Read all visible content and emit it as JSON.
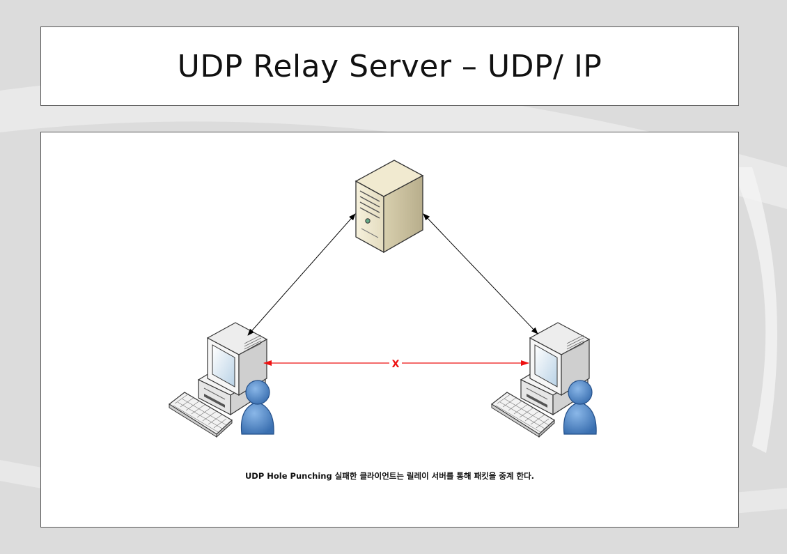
{
  "slide": {
    "title": "UDP Relay Server – UDP/ IP",
    "caption": "UDP Hole Punching 실패한 클라이언트는 릴레이 서버를 통해 패킷을 중계 한다."
  },
  "diagram": {
    "nodes": [
      {
        "id": "relay-server",
        "icon": "server-tower-icon"
      },
      {
        "id": "client-left",
        "icon": "user-computer-icon"
      },
      {
        "id": "client-right",
        "icon": "user-computer-icon"
      }
    ],
    "edges": [
      {
        "from": "client-left",
        "to": "relay-server",
        "style": "bidirectional-arrow",
        "color": "#000000"
      },
      {
        "from": "relay-server",
        "to": "client-right",
        "style": "bidirectional-arrow",
        "color": "#000000"
      },
      {
        "from": "client-left",
        "to": "client-right",
        "style": "bidirectional-arrow",
        "color": "#ee1111",
        "label": "X"
      }
    ]
  },
  "colors": {
    "failed_link": "#ee1111",
    "relay_link": "#000000"
  }
}
